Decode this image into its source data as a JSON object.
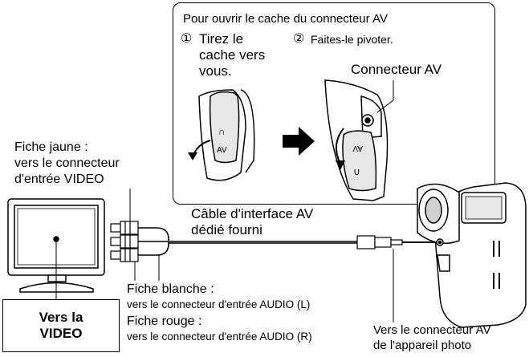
{
  "callout": {
    "title": "Pour ouvrir le cache du connecteur AV",
    "step1_num": "①",
    "step1_l1": "Tirez le",
    "step1_l2": "cache vers",
    "step1_l3": "vous.",
    "step2_num": "②",
    "step2": "Faites-le pivoter.",
    "connector": "Connecteur AV"
  },
  "labels": {
    "yellow_l1": "Fiche jaune :",
    "yellow_l2": "vers le connecteur",
    "yellow_l3": "d'entrée VIDEO",
    "cable_l1": "Câble d'interface AV",
    "cable_l2": "dédié fourni",
    "white_head": "Fiche blanche :",
    "white_text": "vers le connecteur d'entrée AUDIO (L)",
    "red_head": "Fiche rouge :",
    "red_text": "vers le connecteur d'entrée AUDIO (R)",
    "camera_l1": "Vers le connecteur AV",
    "camera_l2": "de l'appareil photo"
  },
  "vers_video": "Vers la\nVIDEO",
  "cover_text": "AV",
  "colors": {
    "line": "#000000",
    "fill": "#ffffff",
    "shade": "#d0d0d0"
  }
}
